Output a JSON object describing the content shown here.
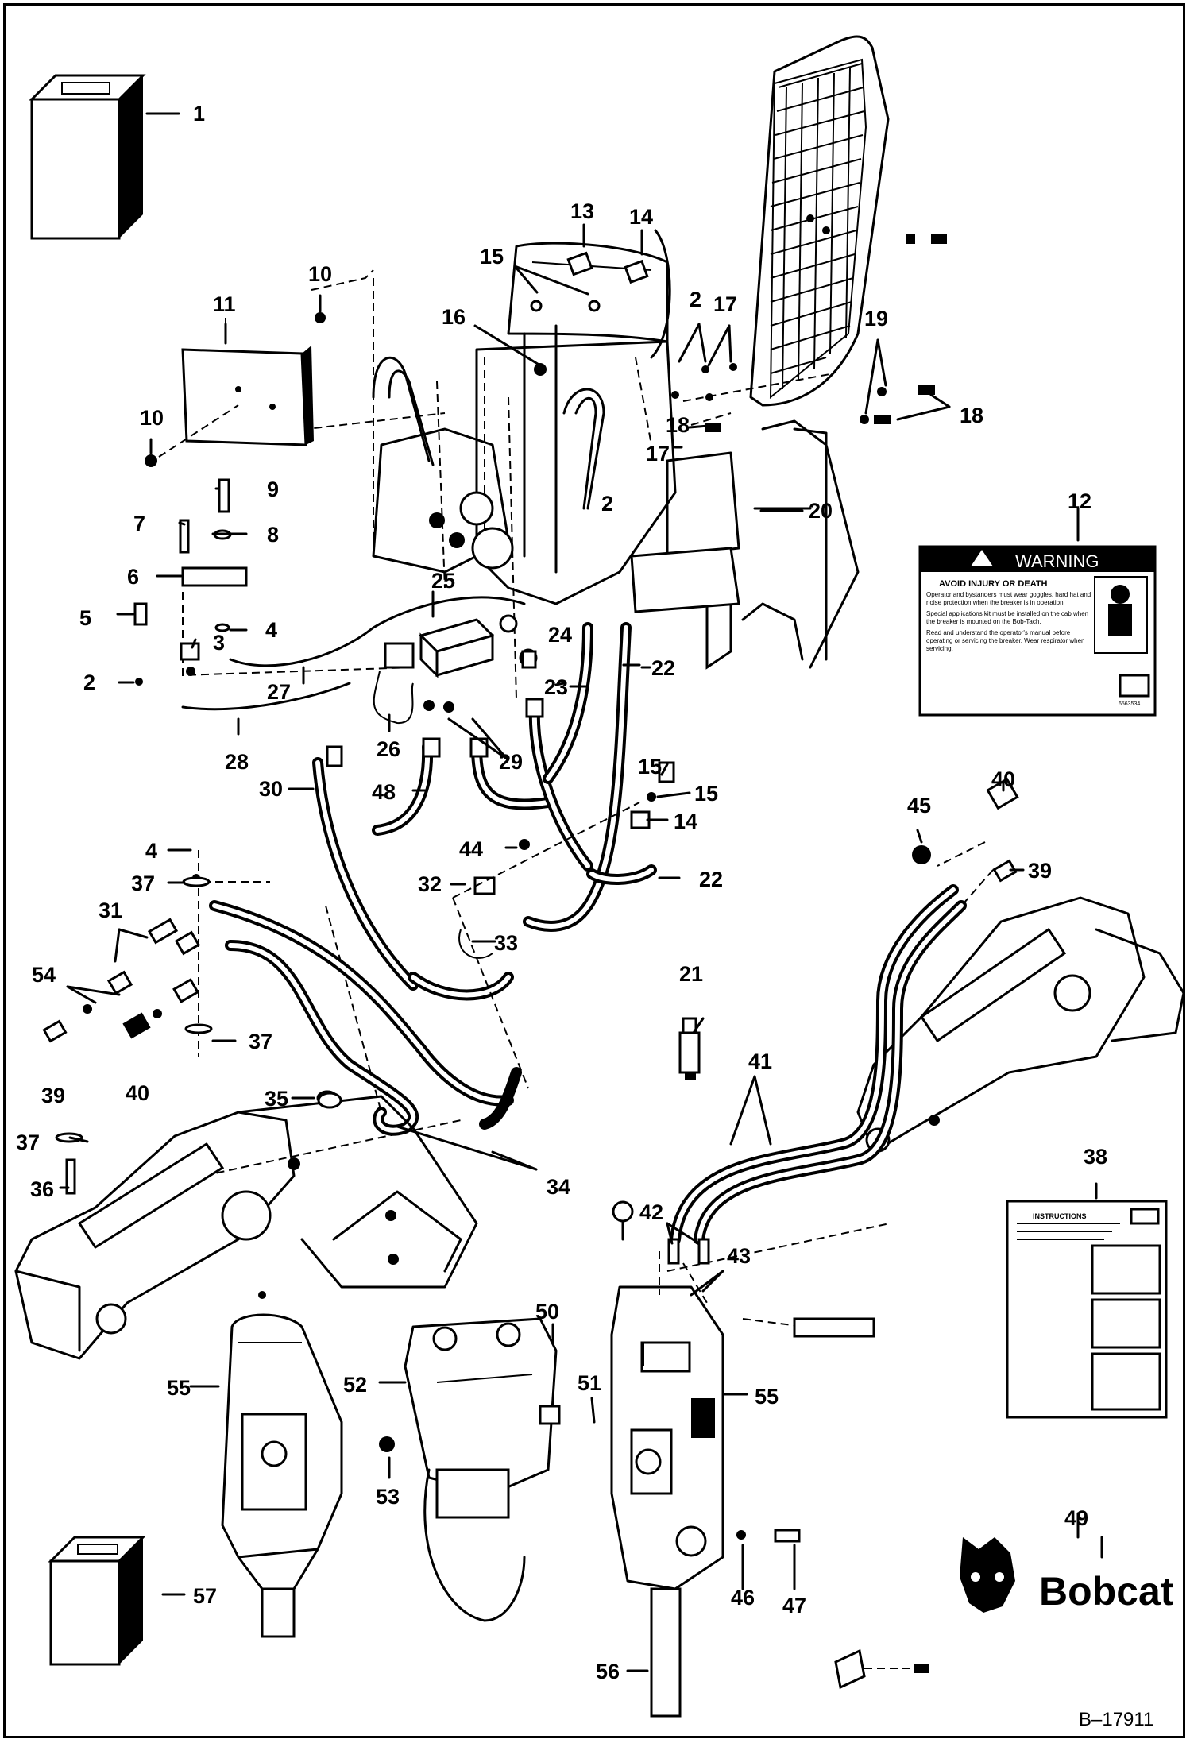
{
  "labels": {
    "p1": "1",
    "p2a": "2",
    "p2b": "2",
    "p2c": "2",
    "p3": "3",
    "p4a": "4",
    "p4b": "4",
    "p5": "5",
    "p6": "6",
    "p7": "7",
    "p8": "8",
    "p9": "9",
    "p10a": "10",
    "p10b": "10",
    "p11": "11",
    "p12": "12",
    "p13": "13",
    "p14a": "14",
    "p14b": "14",
    "p15a": "15",
    "p15b": "15",
    "p15c": "15",
    "p16": "16",
    "p17a": "17",
    "p17b": "17",
    "p18a": "18",
    "p18b": "18",
    "p19": "19",
    "p20": "20",
    "p21": "21",
    "p22a": "22",
    "p22b": "22",
    "p23": "23",
    "p24": "24",
    "p25": "25",
    "p26": "26",
    "p27": "27",
    "p28": "28",
    "p29": "29",
    "p30": "30",
    "p31": "31",
    "p32": "32",
    "p33": "33",
    "p34": "34",
    "p35": "35",
    "p36": "36",
    "p37a": "37",
    "p37b": "37",
    "p37c": "37",
    "p38": "38",
    "p39a": "39",
    "p39b": "39",
    "p40a": "40",
    "p40b": "40",
    "p41": "41",
    "p42": "42",
    "p43": "43",
    "p44": "44",
    "p45": "45",
    "p46": "46",
    "p47": "47",
    "p48": "48",
    "p49": "49",
    "p50": "50",
    "p51": "51",
    "p52": "52",
    "p53": "53",
    "p54": "54",
    "p55a": "55",
    "p55b": "55",
    "p56": "56",
    "p57": "57"
  },
  "warning_decal": {
    "heading": "WARNING",
    "subheading": "AVOID INJURY OR DEATH",
    "bullets": [
      "Operator and bystanders must wear goggles, hard hat and noise protection when the breaker is in operation.",
      "Special applications kit must be installed on the cab when the breaker is mounted on the Bob-Tach.",
      "Read and understand the operator's manual before operating or servicing the breaker. Wear respirator when servicing."
    ],
    "code": "6563534"
  },
  "instructions_sheet": {
    "title": "INSTRUCTIONS"
  },
  "brand": {
    "logo_text": "Bobcat"
  },
  "figure_id": "B–17911"
}
